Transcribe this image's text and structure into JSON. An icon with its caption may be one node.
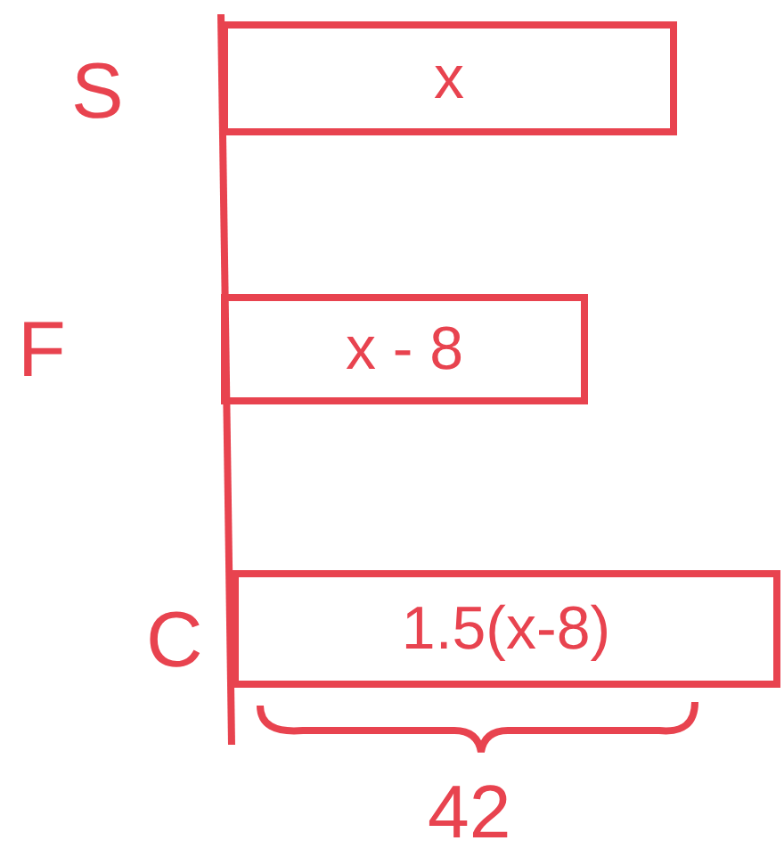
{
  "diagram": {
    "nodes": [
      {
        "text": [
          "x"
        ],
        "beside": [
          "S"
        ]
      },
      {
        "text": [
          "x - 8"
        ],
        "beside": [
          "F"
        ]
      },
      {
        "text": [
          "1.5(x-8)"
        ],
        "beside": [
          "C"
        ]
      }
    ],
    "labels": [
      "42"
    ]
  }
}
